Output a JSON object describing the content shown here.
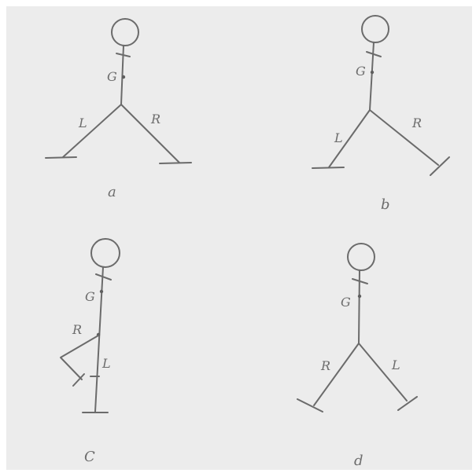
{
  "figures": [
    {
      "id": "a",
      "caption": "a",
      "center_label": "G",
      "left_label": "L",
      "right_label": "R"
    },
    {
      "id": "b",
      "caption": "b",
      "center_label": "G",
      "left_label": "L",
      "right_label": "R"
    },
    {
      "id": "c",
      "caption": "C",
      "center_label": "G",
      "left_label": "R",
      "right_label": "L"
    },
    {
      "id": "d",
      "caption": "d",
      "center_label": "G",
      "left_label": "R",
      "right_label": "L"
    }
  ],
  "colors": {
    "paper": "#ececec",
    "ink": "#6b6b6b",
    "border": "#ffffff"
  }
}
